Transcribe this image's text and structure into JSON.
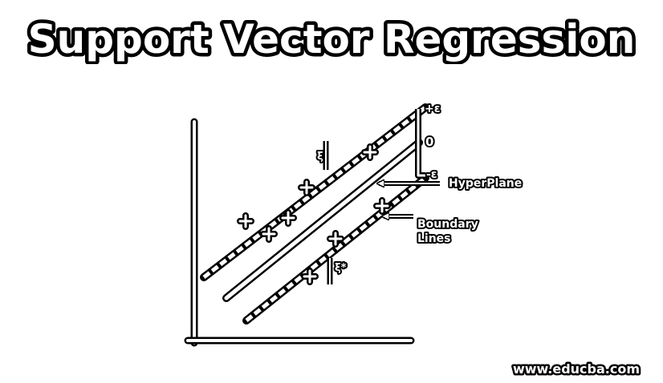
{
  "title": "Support Vector Regression",
  "labels": {
    "hyperplane": "HyperPlane",
    "boundary_line1": "Boundary",
    "boundary_line2": "Lines",
    "plus_epsilon": "+ε",
    "zero": "0",
    "minus_epsilon": "-ε",
    "xi_upper": "ξ",
    "xi_lower": "ξ*"
  },
  "watermark": "www.educba.com",
  "colors": {
    "ink": "#000000",
    "fill": "#ffffff"
  },
  "icons": {
    "data_point": "plus-marker"
  }
}
